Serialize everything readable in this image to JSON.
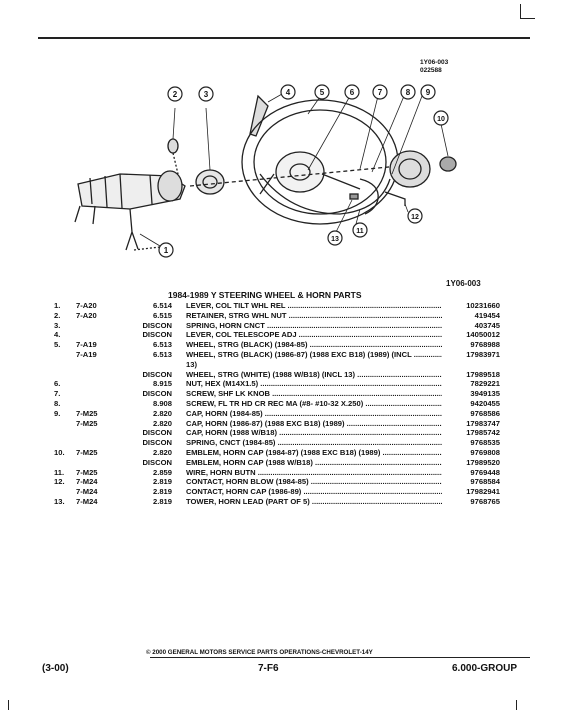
{
  "ref_code": [
    "1Y06-003",
    "022588"
  ],
  "callouts": [
    "1",
    "2",
    "3",
    "4",
    "5",
    "6",
    "7",
    "8",
    "9",
    "10",
    "11",
    "12",
    "13"
  ],
  "figure_label": "1Y06-003",
  "heading": "1984-1989 Y STEERING WHEEL & HORN PARTS",
  "parts": [
    {
      "item": "1.",
      "page": "7-A20",
      "code": "6.514",
      "desc": "LEVER, COL TILT WHL REL",
      "pn": "10231660"
    },
    {
      "item": "2.",
      "page": "7-A20",
      "code": "6.515",
      "desc": "RETAINER, STRG WHL NUT",
      "pn": "419454"
    },
    {
      "item": "3.",
      "page": "",
      "code": "DISCON",
      "desc": "SPRING, HORN CNCT",
      "pn": "403745"
    },
    {
      "item": "4.",
      "page": "",
      "code": "DISCON",
      "desc": "LEVER, COL TELESCOPE ADJ",
      "pn": "14050012"
    },
    {
      "item": "5.",
      "page": "7-A19",
      "code": "6.513",
      "desc": "WHEEL, STRG (BLACK) (1984-85)",
      "pn": "9768988"
    },
    {
      "item": "",
      "page": "7-A19",
      "code": "6.513",
      "desc": "WHEEL, STRG (BLACK) (1986-87) (1988 EXC B18) (1989) (INCL",
      "pn": "17983971"
    },
    {
      "item": "",
      "page": "",
      "code": "",
      "desc": "13)",
      "pn": ""
    },
    {
      "item": "",
      "page": "",
      "code": "DISCON",
      "desc": "WHEEL, STRG (WHITE) (1988 W/B18) (INCL 13)",
      "pn": "17989518"
    },
    {
      "item": "6.",
      "page": "",
      "code": "8.915",
      "desc": "NUT, HEX (M14X1.5)",
      "pn": "7829221"
    },
    {
      "item": "7.",
      "page": "",
      "code": "DISCON",
      "desc": "SCREW, SHF LK KNOB",
      "pn": "3949135"
    },
    {
      "item": "8.",
      "page": "",
      "code": "8.908",
      "desc": "SCREW, FL TR HD CR REC MA (#8- #10-32 X.250)",
      "pn": "9420455"
    },
    {
      "item": "9.",
      "page": "7-M25",
      "code": "2.820",
      "desc": "CAP, HORN (1984-85)",
      "pn": "9768586"
    },
    {
      "item": "",
      "page": "7-M25",
      "code": "2.820",
      "desc": "CAP, HORN (1986-87) (1988 EXC B18) (1989)",
      "pn": "17983747"
    },
    {
      "item": "",
      "page": "",
      "code": "DISCON",
      "desc": "CAP, HORN (1988 W/B18)",
      "pn": "17985742"
    },
    {
      "item": "",
      "page": "",
      "code": "DISCON",
      "desc": "SPRING, CNCT (1984-85)",
      "pn": "9768535"
    },
    {
      "item": "10.",
      "page": "7-M25",
      "code": "2.820",
      "desc": "EMBLEM, HORN CAP (1984-87) (1988 EXC B18) (1989)",
      "pn": "9769808"
    },
    {
      "item": "",
      "page": "",
      "code": "DISCON",
      "desc": "EMBLEM, HORN CAP (1988 W/B18)",
      "pn": "17989520"
    },
    {
      "item": "11.",
      "page": "7-M25",
      "code": "2.859",
      "desc": "WIRE, HORN BUTN",
      "pn": "9769448"
    },
    {
      "item": "12.",
      "page": "7-M24",
      "code": "2.819",
      "desc": "CONTACT, HORN BLOW (1984-85)",
      "pn": "9768584"
    },
    {
      "item": "",
      "page": "7-M24",
      "code": "2.819",
      "desc": "CONTACT, HORN CAP (1986-89)",
      "pn": "17982941"
    },
    {
      "item": "13.",
      "page": "7-M24",
      "code": "2.819",
      "desc": "TOWER, HORN LEAD (PART OF 5)",
      "pn": "9768765"
    }
  ],
  "footer": {
    "copyright": "© 2000 GENERAL MOTORS SERVICE PARTS OPERATIONS-CHEVROLET-14Y",
    "date": "(3-00)",
    "page": "7-F6",
    "group": "6.000-GROUP"
  }
}
